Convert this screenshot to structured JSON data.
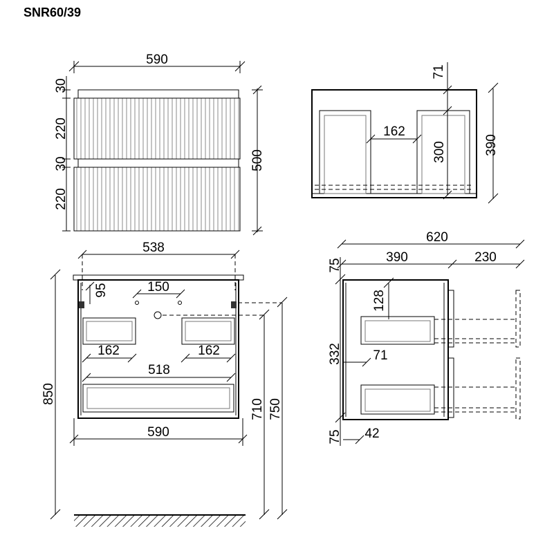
{
  "title": "SNR60/39",
  "front": {
    "width": "590",
    "top_gap": "30",
    "drawer_h1": "220",
    "mid_gap": "30",
    "drawer_h2": "220",
    "height": "500"
  },
  "side_top": {
    "top_offset": "71",
    "between": "162",
    "inner_h": "300",
    "height": "390"
  },
  "plan": {
    "outer_w": "538",
    "edge_95": "95",
    "hole_150": "150",
    "left_162": "162",
    "right_162": "162",
    "inner_518": "518",
    "bottom_590": "590",
    "h850": "850",
    "h710": "710",
    "h750": "750"
  },
  "profile": {
    "total": "620",
    "depth": "390",
    "ext": "230",
    "top75": "75",
    "d128": "128",
    "h332": "332",
    "d71": "71",
    "bot75": "75",
    "d42": "42"
  }
}
